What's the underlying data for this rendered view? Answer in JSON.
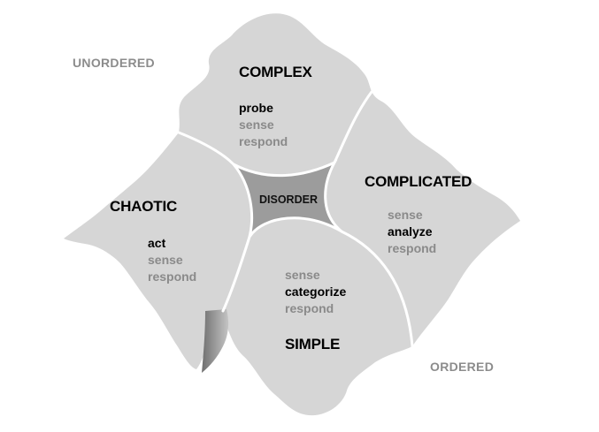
{
  "labels": {
    "unordered": "UNORDERED",
    "ordered": "ORDERED",
    "disorder": "DISORDER"
  },
  "domains": {
    "complex": {
      "title": "COMPLEX",
      "steps": [
        "probe",
        "sense",
        "respond"
      ],
      "emphasis": 0
    },
    "complicated": {
      "title": "COMPLICATED",
      "steps": [
        "sense",
        "analyze",
        "respond"
      ],
      "emphasis": 1
    },
    "chaotic": {
      "title": "CHAOTIC",
      "steps": [
        "act",
        "sense",
        "respond"
      ],
      "emphasis": 0
    },
    "simple": {
      "title": "SIMPLE",
      "steps": [
        "sense",
        "categorize",
        "respond"
      ],
      "emphasis": 1
    }
  },
  "colors": {
    "region_fill": "#d6d6d6",
    "disorder_fill": "#9c9c9c",
    "divider": "#ffffff",
    "emphasis_text": "#000000",
    "muted_text": "#8a8a8a"
  }
}
